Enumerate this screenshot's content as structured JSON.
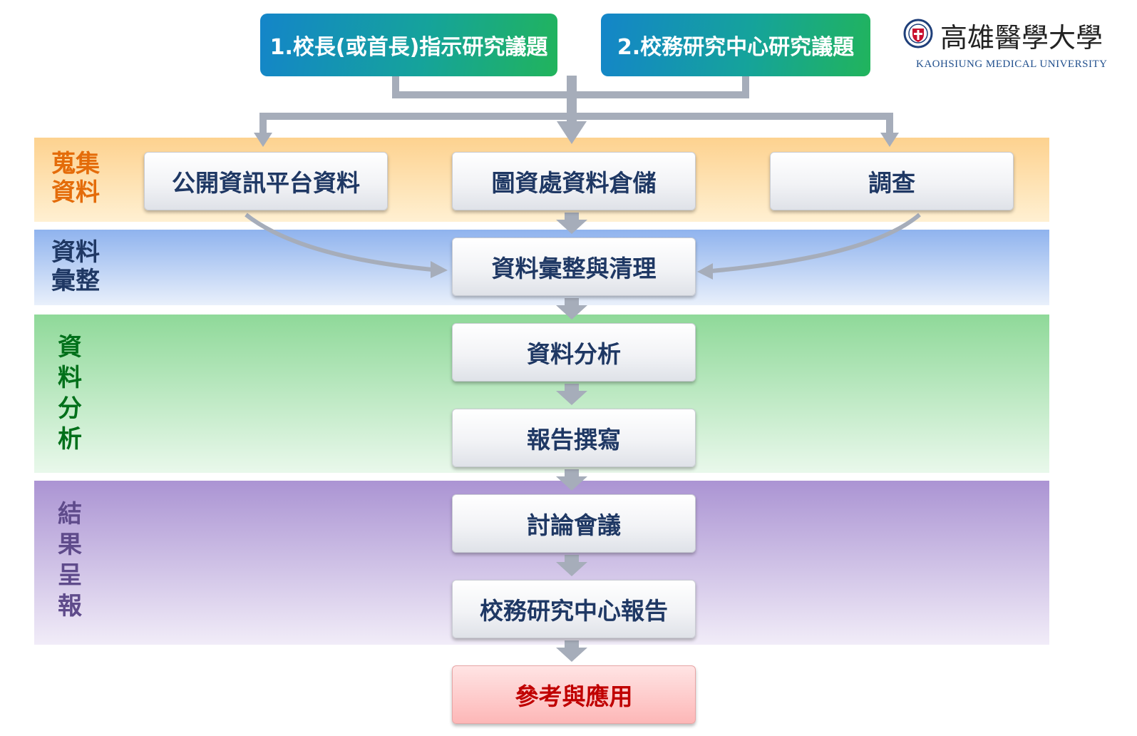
{
  "header": {
    "topic1": "1.校長(或首長)指示研究議題",
    "topic2": "2.校務研究中心研究議題"
  },
  "logo": {
    "name_zh": "高雄醫學大學",
    "name_en": "KAOHSIUNG MEDICAL UNIVERSITY"
  },
  "stages": [
    {
      "label": "蒐集資料",
      "color": "#e46c0a"
    },
    {
      "label": "資料彙整",
      "color": "#1f3864"
    },
    {
      "label": "資料分析",
      "color": "#00701a"
    },
    {
      "label": "結果呈報",
      "color": "#5f4b8b"
    }
  ],
  "sources": [
    "公開資訊平台資料",
    "圖資處資料倉儲",
    "調查"
  ],
  "steps": {
    "integrate": "資料彙整與清理",
    "analyze": "資料分析",
    "write": "報告撰寫",
    "discuss": "討論會議",
    "report": "校務研究中心報告",
    "apply": "參考與應用"
  }
}
